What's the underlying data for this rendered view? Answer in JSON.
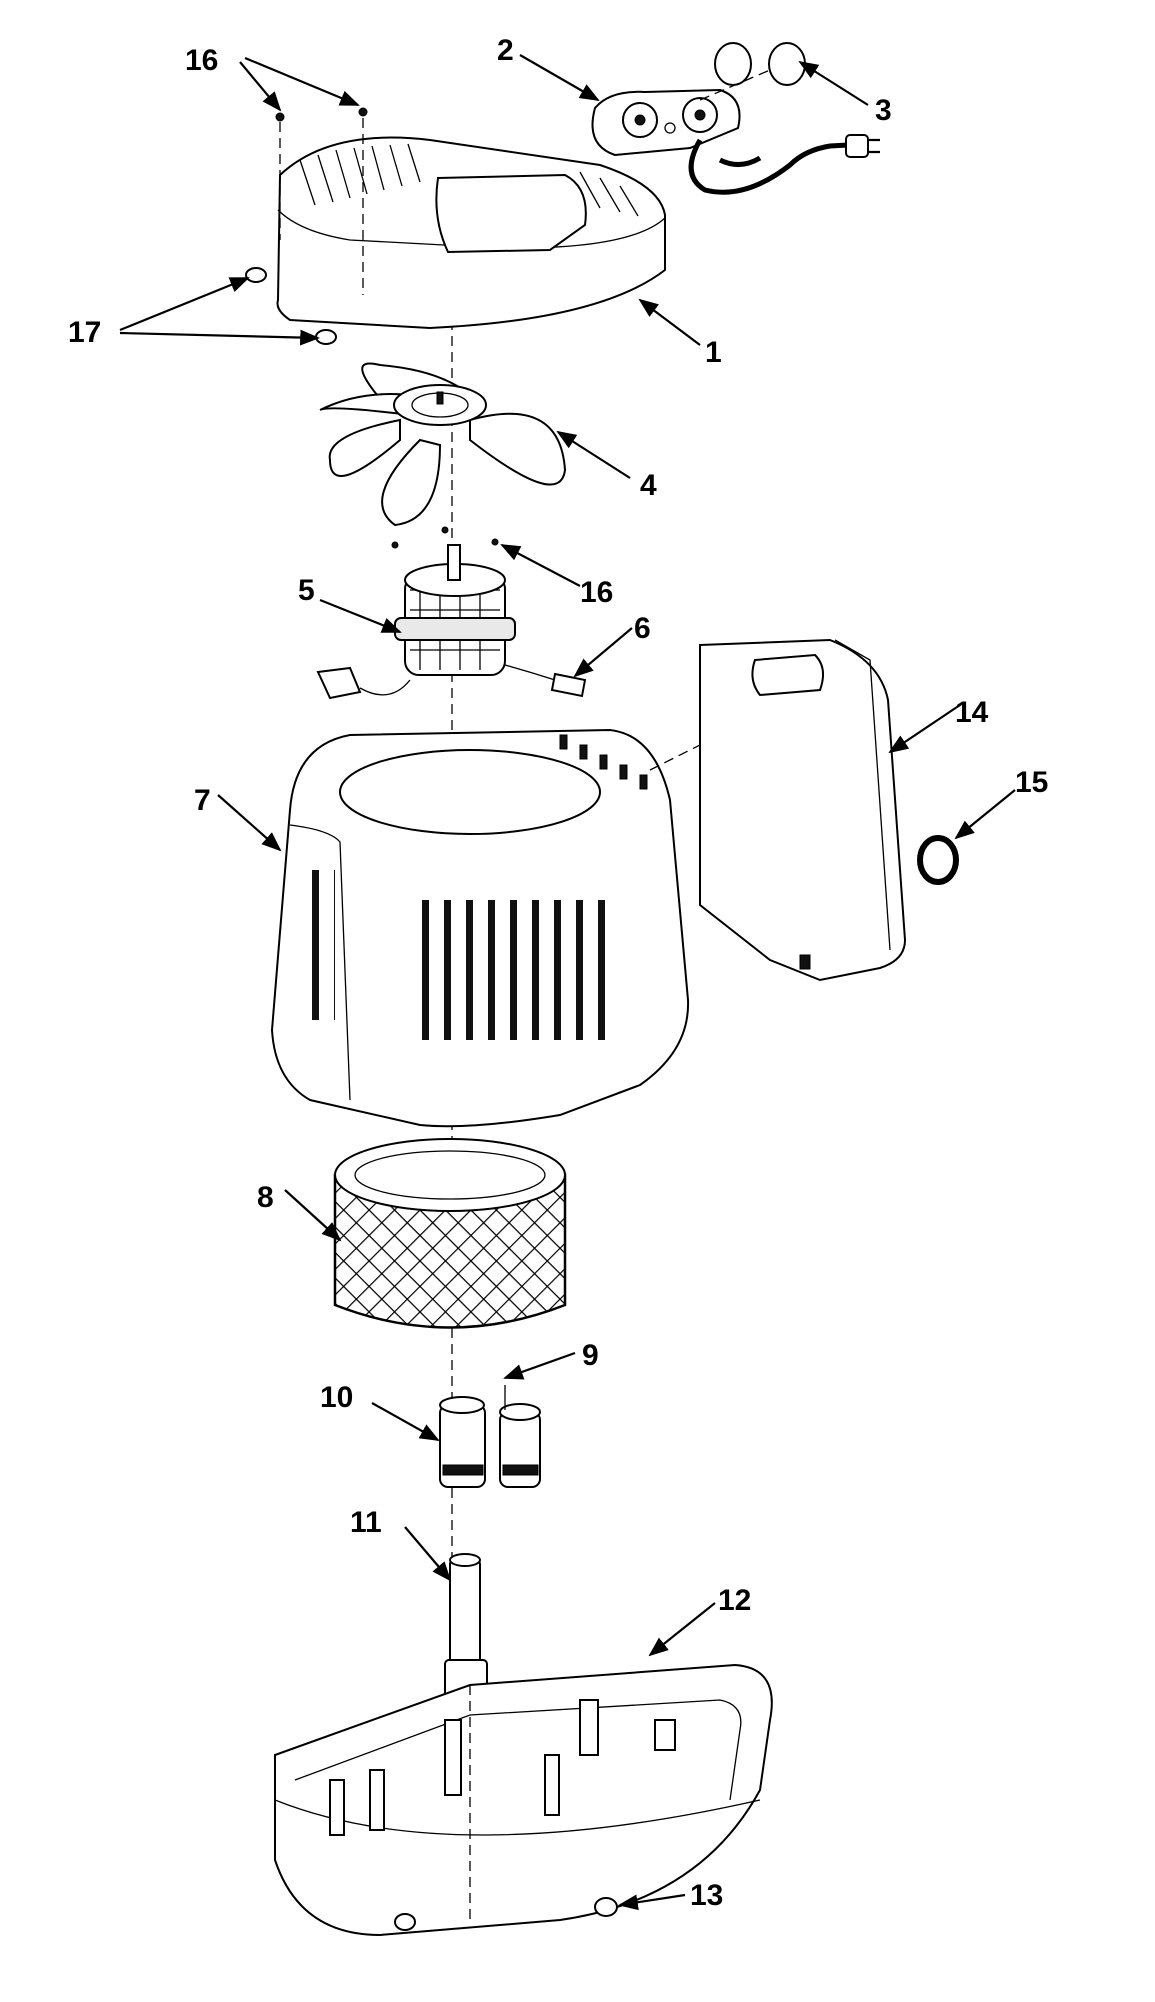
{
  "callouts": {
    "c1": "1",
    "c2": "2",
    "c3": "3",
    "c4": "4",
    "c5": "5",
    "c6": "6",
    "c7": "7",
    "c8": "8",
    "c9": "9",
    "c10": "10",
    "c11": "11",
    "c12": "12",
    "c13": "13",
    "c14": "14",
    "c15": "15",
    "c16a": "16",
    "c16b": "16",
    "c17": "17"
  },
  "colors": {
    "ink": "#000000",
    "paper": "#ffffff"
  },
  "icons": [
    "arrow-head-icon"
  ]
}
